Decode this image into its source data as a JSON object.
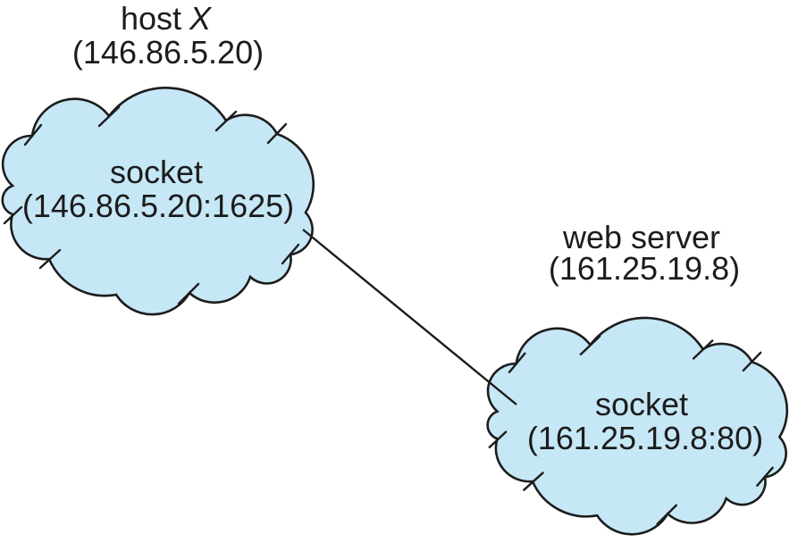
{
  "colors": {
    "cloud_fill": "#c6e7f6",
    "outline": "#1c1c1c",
    "text": "#1c1c1c",
    "background": "#ffffff"
  },
  "host": {
    "name_prefix": "host",
    "name_var": "X",
    "ip": "(146.86.5.20)",
    "socket_label": "socket",
    "socket_value": "(146.86.5.20:1625)"
  },
  "web_server": {
    "name": "web server",
    "ip": "(161.25.19.8)",
    "socket_label": "socket",
    "socket_value": "(161.25.19.8:80)"
  },
  "connection": {
    "description": "socket connection line between host X and web server"
  }
}
